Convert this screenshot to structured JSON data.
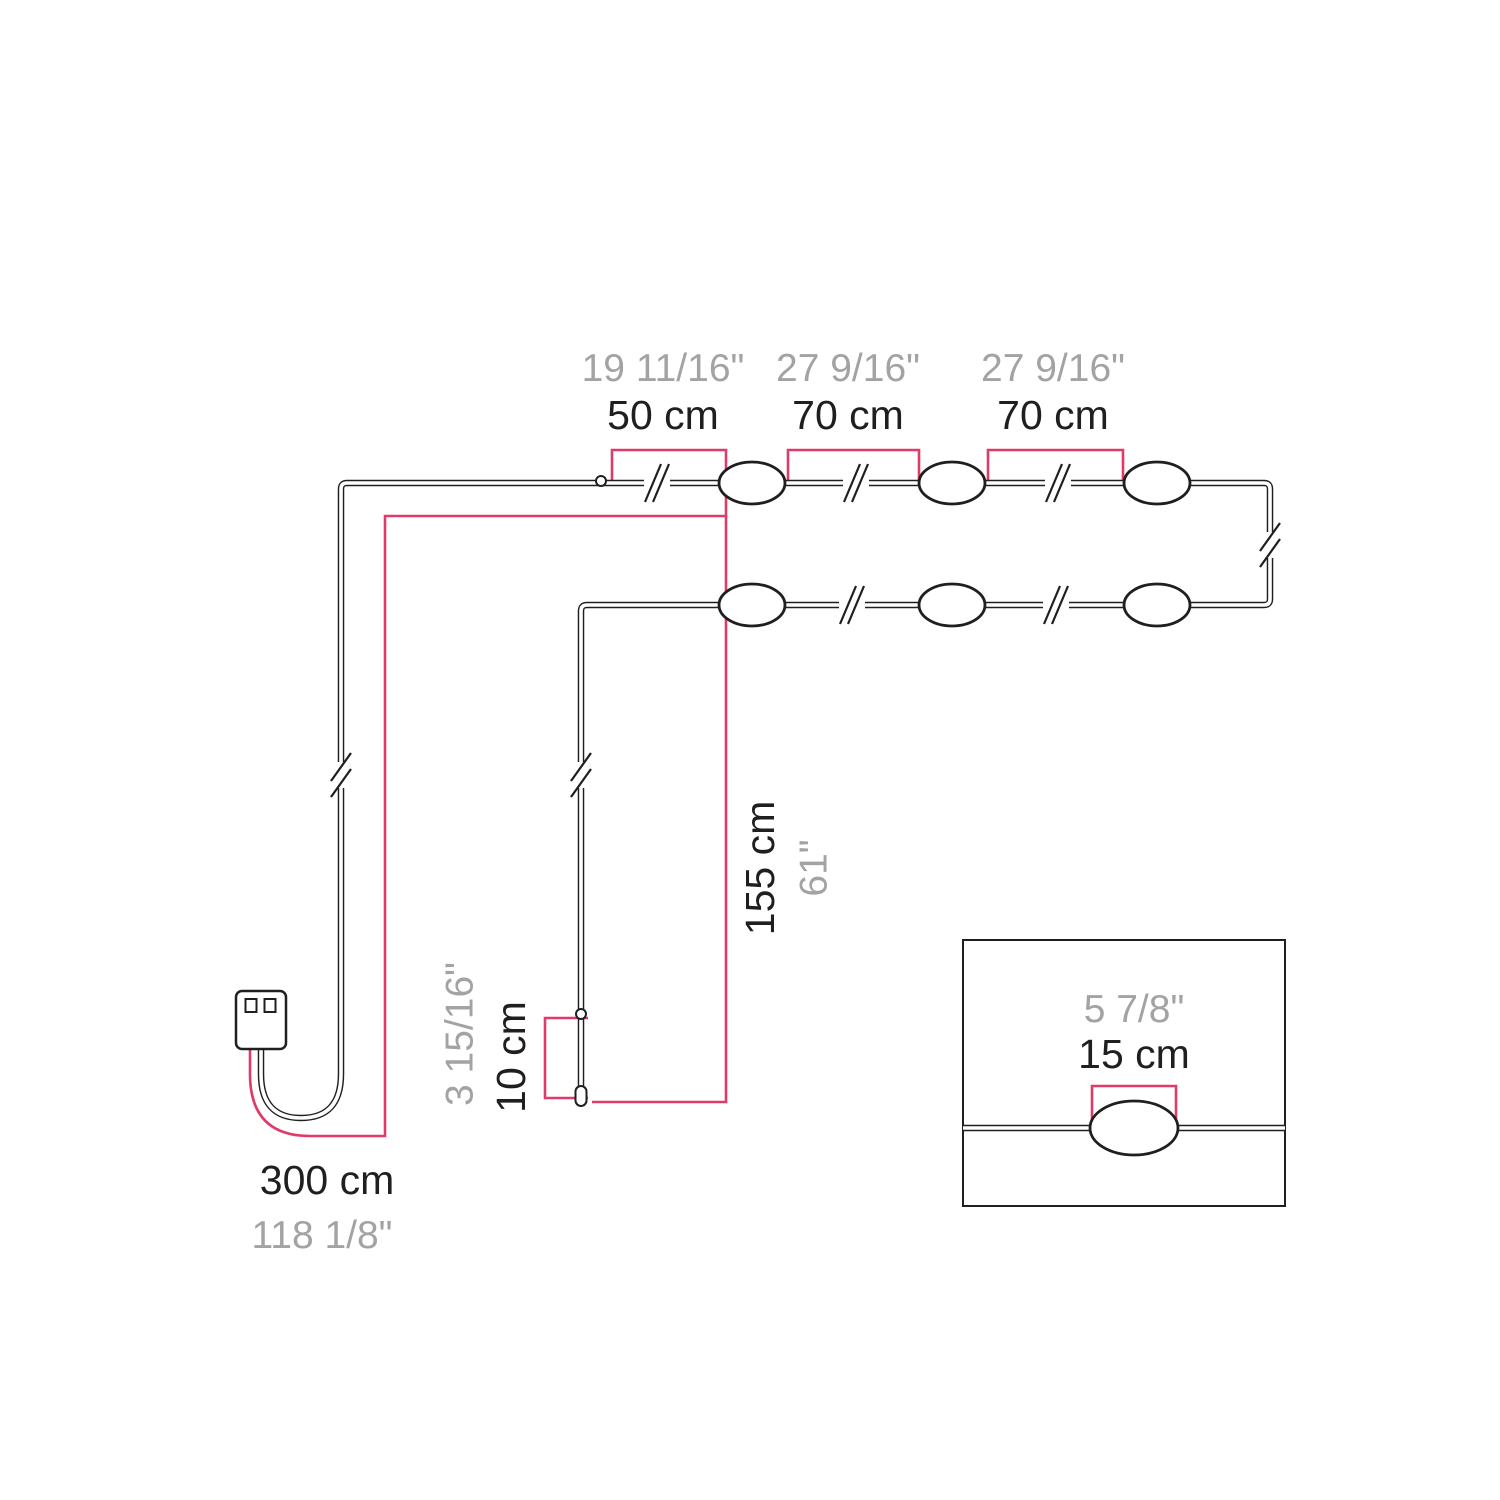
{
  "colors": {
    "accent": "#e03a69",
    "ink": "#1f1f1f",
    "muted": "#a3a3a3",
    "background": "#ffffff"
  },
  "labels": {
    "segment_50": {
      "metric": "50 cm",
      "imperial": "19 11/16\""
    },
    "segment_70_a": {
      "metric": "70 cm",
      "imperial": "27 9/16\""
    },
    "segment_70_b": {
      "metric": "70 cm",
      "imperial": "27 9/16\""
    },
    "drop_155": {
      "metric": "155 cm",
      "imperial": "61\""
    },
    "tail_10": {
      "metric": "10 cm",
      "imperial": "3 15/16\""
    },
    "lead_300": {
      "metric": "300 cm",
      "imperial": "118 1/8\""
    },
    "detail_15": {
      "metric": "15 cm",
      "imperial": "5 7/8\""
    }
  }
}
